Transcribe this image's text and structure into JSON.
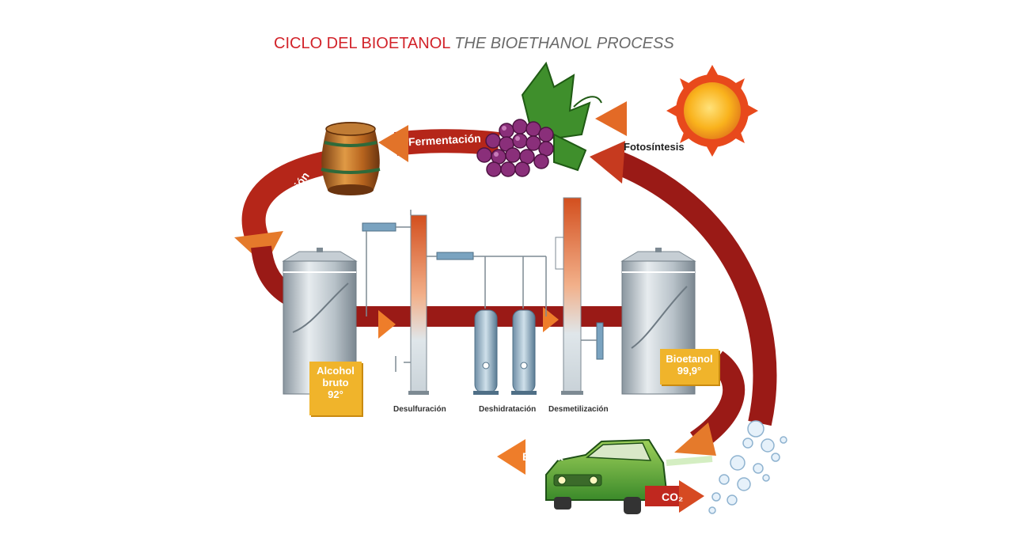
{
  "title": {
    "main": "CICLO DEL BIOETANOL",
    "english": "THE BIOETHANOL PROCESS"
  },
  "cycle_labels": {
    "fermentacion": "Fermentación",
    "destilacion": "Destilación",
    "fotosintesis": "Fotosíntesis",
    "energia": "Energía",
    "co2": "CO₂"
  },
  "tanks": {
    "alcohol_bruto": {
      "line1": "Alcohol",
      "line2": "bruto",
      "line3": "92°"
    },
    "bioetanol": {
      "line1": "Bioetanol",
      "line2": "99,9°"
    }
  },
  "stages": {
    "desulfuracion": "Desulfuración",
    "deshidratacion": "Deshidratación",
    "desmetilizacion": "Desmetilización"
  },
  "colors": {
    "arrow_dark": "#8e1414",
    "arrow_mid": "#c0281f",
    "arrow_orange": "#ee7d2a",
    "title_red": "#d2232a",
    "label_gold": "#f0b42b",
    "tank_grey": "#a9b4bd"
  }
}
